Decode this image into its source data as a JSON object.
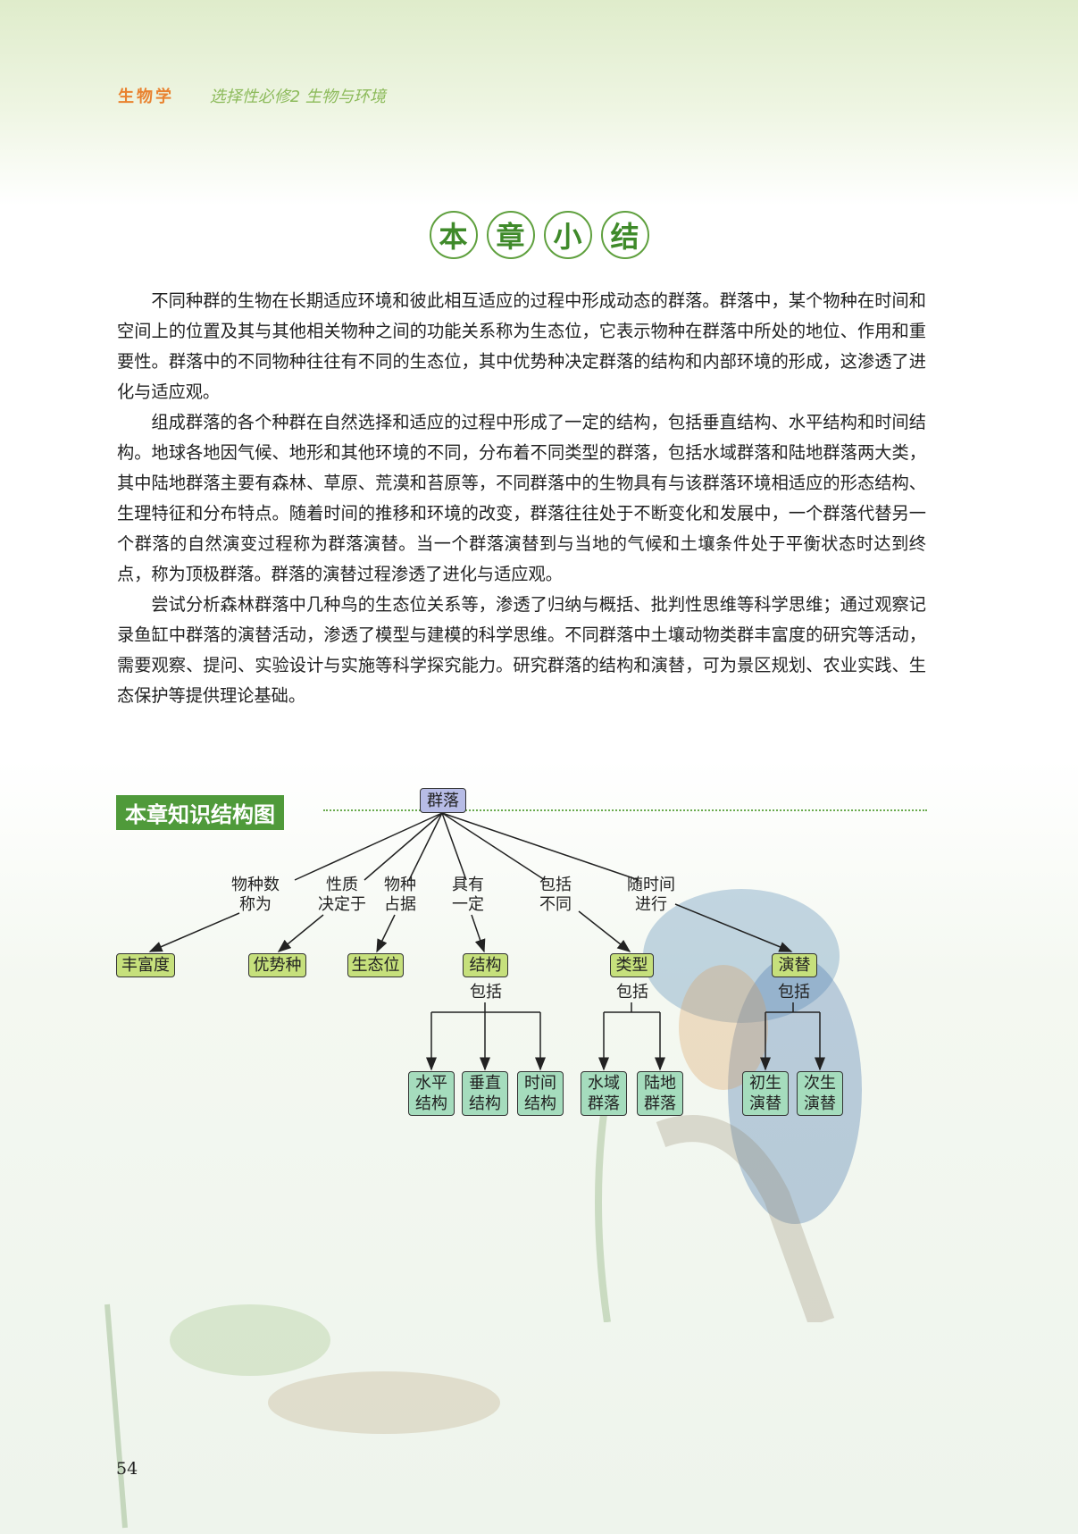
{
  "header": {
    "subject": "生物学",
    "book": "选择性必修2  生物与环境"
  },
  "title": [
    "本",
    "章",
    "小",
    "结"
  ],
  "paragraphs": [
    "不同种群的生物在长期适应环境和彼此相互适应的过程中形成动态的群落。群落中，某个物种在时间和空间上的位置及其与其他相关物种之间的功能关系称为生态位，它表示物种在群落中所处的地位、作用和重要性。群落中的不同物种往往有不同的生态位，其中优势种决定群落的结构和内部环境的形成，这渗透了进化与适应观。",
    "组成群落的各个种群在自然选择和适应的过程中形成了一定的结构，包括垂直结构、水平结构和时间结构。地球各地因气候、地形和其他环境的不同，分布着不同类型的群落，包括水域群落和陆地群落两大类，其中陆地群落主要有森林、草原、荒漠和苔原等，不同群落中的生物具有与该群落环境相适应的形态结构、生理特征和分布特点。随着时间的推移和环境的改变，群落往往处于不断变化和发展中，一个群落代替另一个群落的自然演变过程称为群落演替。当一个群落演替到与当地的气候和土壤条件处于平衡状态时达到终点，称为顶极群落。群落的演替过程渗透了进化与适应观。",
    "尝试分析森林群落中几种鸟的生态位关系等，渗透了归纳与概括、批判性思维等科学思维；通过观察记录鱼缸中群落的演替活动，渗透了模型与建模的科学思维。不同群落中土壤动物类群丰富度的研究等活动，需要观察、提问、实验设计与实施等科学探究能力。研究群落的结构和演替，可为景区规划、农业实践、生态保护等提供理论基础。"
  ],
  "section_title": "本章知识结构图",
  "diagram": {
    "root": "群落",
    "edge_labels": [
      [
        "物种数",
        "称为"
      ],
      [
        "性质",
        "决定于"
      ],
      [
        "物种",
        "占据"
      ],
      [
        "具有",
        "一定"
      ],
      [
        "包括",
        "不同"
      ],
      [
        "随时间",
        "进行"
      ]
    ],
    "level2": [
      "丰富度",
      "优势种",
      "生态位",
      "结构",
      "类型",
      "演替"
    ],
    "include_label": "包括",
    "leaves": [
      [
        "水平",
        "结构"
      ],
      [
        "垂直",
        "结构"
      ],
      [
        "时间",
        "结构"
      ],
      [
        "水域",
        "群落"
      ],
      [
        "陆地",
        "群落"
      ],
      [
        "初生",
        "演替"
      ],
      [
        "次生",
        "演替"
      ]
    ]
  },
  "page_number": "54",
  "colors": {
    "accent_green": "#4f9a3a",
    "subject_orange": "#e9822f",
    "root_box": "#b7bce6",
    "level2_box": "#c6e07c",
    "leaf_box": "#a5dcbd"
  }
}
